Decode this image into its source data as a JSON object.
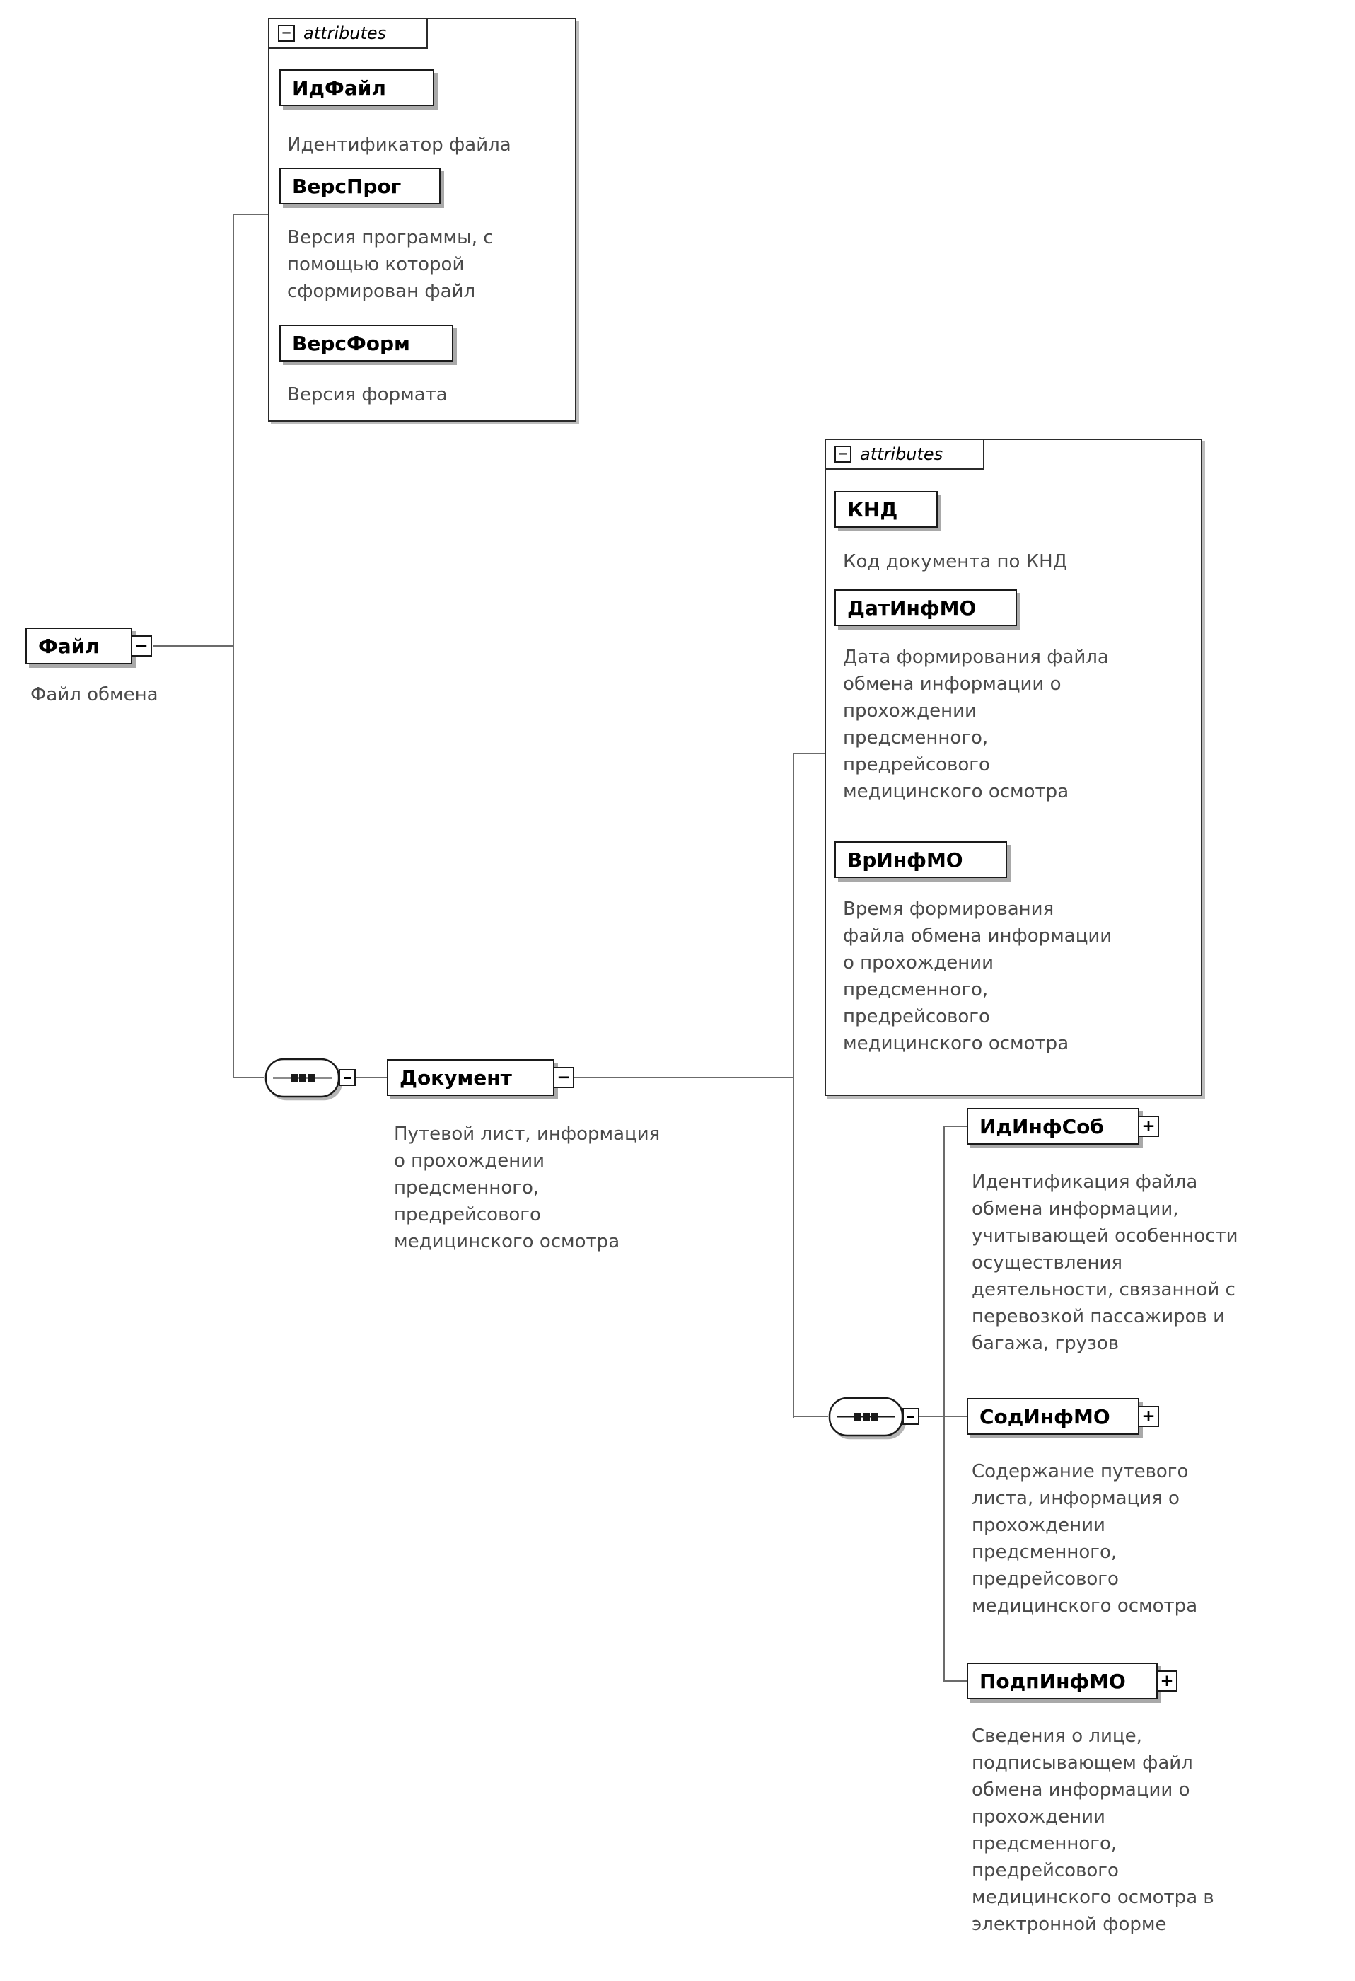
{
  "diagram": {
    "root": {
      "name": "Файл",
      "caption": "Файл обмена"
    },
    "file_attributes": {
      "header": "attributes",
      "items": [
        {
          "name": "ИдФайл",
          "caption": "Идентификатор файла"
        },
        {
          "name": "ВерсПрог",
          "caption": "Версия программы, с\nпомощью которой\nсформирован файл"
        },
        {
          "name": "ВерсФорм",
          "caption": "Версия формата"
        }
      ]
    },
    "document": {
      "name": "Документ",
      "caption": "Путевой лист, информация\nо прохождении\nпредсменного,\nпредрейсового\nмедицинского осмотра"
    },
    "document_attributes": {
      "header": "attributes",
      "items": [
        {
          "name": "КНД",
          "caption": "Код документа по КНД"
        },
        {
          "name": "ДатИнфМО",
          "caption": "Дата формирования файла\nобмена информации о\nпрохождении\nпредсменного,\nпредрейсового\nмедицинского осмотра"
        },
        {
          "name": "ВрИнфМО",
          "caption": "Время формирования\nфайла обмена информации\nо прохождении\nпредсменного,\nпредрейсового\nмедицинского осмотра"
        }
      ]
    },
    "document_children": [
      {
        "name": "ИдИнфСоб",
        "caption": "Идентификация файла\nобмена информации,\nучитывающей особенности\nосуществления\nдеятельности, связанной с\nперевозкой пассажиров и\nбагажа, грузов"
      },
      {
        "name": "СодИнфМО",
        "caption": "Содержание путевого\nлиста, информация о\nпрохождении\nпредсменного,\nпредрейсового\nмедицинского осмотра"
      },
      {
        "name": "ПодпИнфМО",
        "caption": "Сведения о лице,\nподписывающем файл\nобмена информации о\nпрохождении\nпредсменного,\nпредрейсового\nмедицинского осмотра в\nэлектронной форме"
      }
    ],
    "icons": {
      "collapse": "−",
      "expand": "+"
    }
  }
}
